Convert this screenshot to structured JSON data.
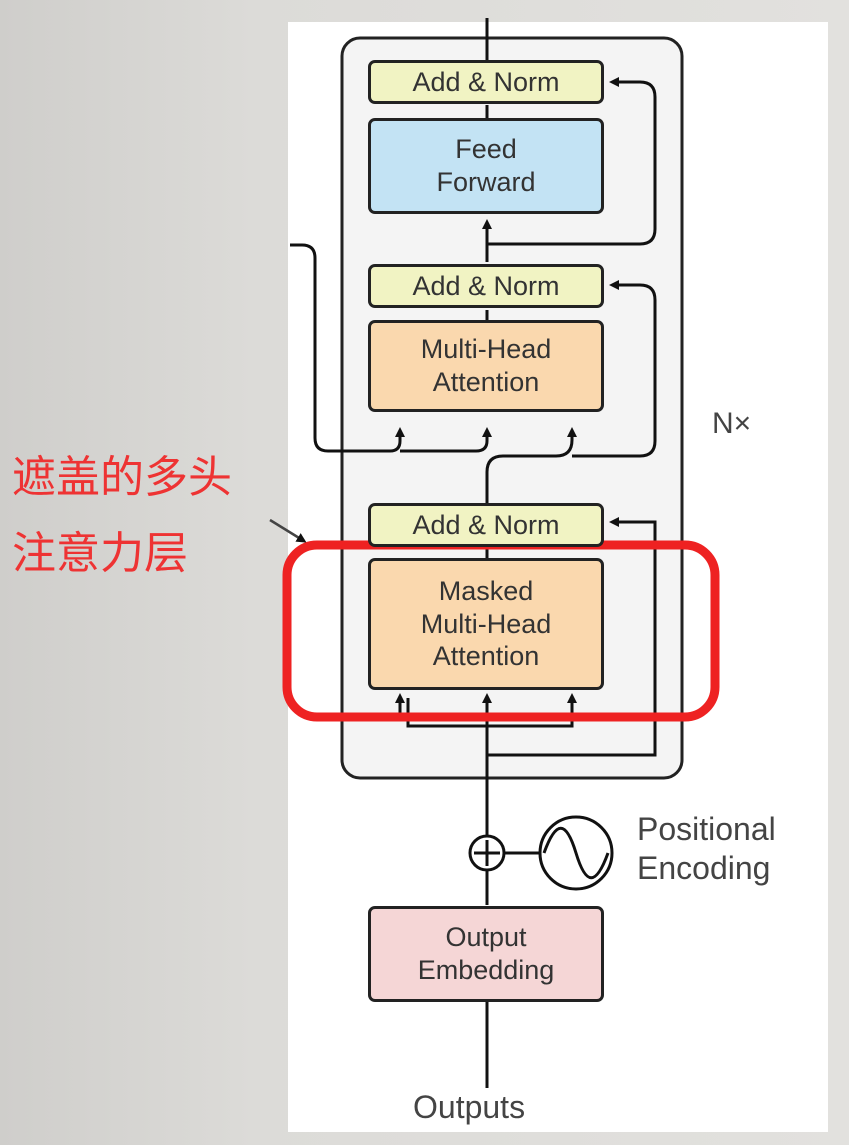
{
  "diagram": {
    "add_norm_top": "Add & Norm",
    "feed_forward": [
      "Feed",
      "Forward"
    ],
    "add_norm_mid": "Add & Norm",
    "multi_head_attention": [
      "Multi-Head",
      "Attention"
    ],
    "add_norm_bottom": "Add & Norm",
    "masked_multi_head_attention": [
      "Masked",
      "Multi-Head",
      "Attention"
    ],
    "repeat_label": "N×",
    "positional_encoding": [
      "Positional",
      "Encoding"
    ],
    "output_embedding": [
      "Output",
      "Embedding"
    ],
    "outputs": "Outputs"
  },
  "annotation": {
    "lines": [
      "遮盖的多头",
      "注意力层"
    ],
    "color": "#ee3333"
  },
  "colors": {
    "add_norm": "#f1f3c3",
    "feed_forward": "#c3e3f4",
    "attention": "#fad8ae",
    "embedding": "#f5d6d6",
    "highlight": "#ee2222"
  }
}
